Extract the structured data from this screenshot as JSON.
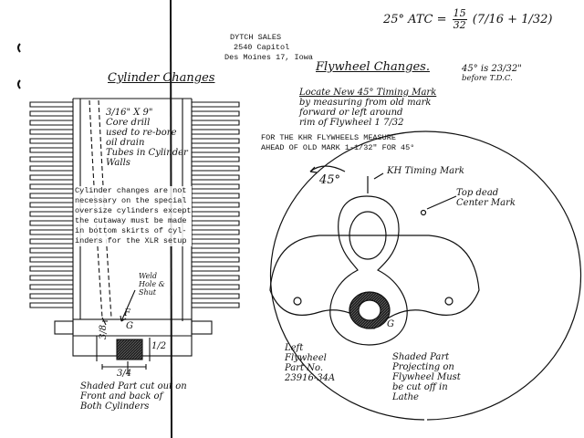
{
  "header": {
    "company": "DYTCH SALES",
    "street": "2540 Capitol",
    "city": "Des Moines 17, Iowa"
  },
  "top_formula": {
    "lead": "25° ATC =",
    "num": "15",
    "den": "32",
    "paren": "(7/16 + 1/32)"
  },
  "cylinder": {
    "title": "Cylinder Changes",
    "drill_note": [
      "3/16\" X 9\"",
      "Core drill",
      "used to re-bore",
      "oil drain",
      "Tubes in Cylinder",
      "Walls"
    ],
    "typed_note": [
      "Cylinder changes are not",
      "necessary on the special",
      "oversize cylinders except",
      "the cutaway must be made",
      "in bottom skirts of cyl-",
      "inders for the XLR setup"
    ],
    "weld_note": [
      "Weld",
      "Hole &",
      "Shut"
    ],
    "letters": [
      "F",
      "G"
    ],
    "dims": [
      "3/8",
      "3/4",
      "1/2"
    ],
    "shaded_note": [
      "Shaded Part cut out on",
      "Front and back of",
      "Both Cylinders"
    ]
  },
  "flywheel": {
    "title": "Flywheel Changes.",
    "note_45": [
      "45° is 23/32\"",
      "before T.D.C."
    ],
    "locate_note": [
      "Locate New 45° Timing Mark",
      "by measuring from old mark",
      "forward or left around",
      "rim of Flywheel 1 7/32"
    ],
    "typed_note": [
      "FOR THE KHR FLYWHEELS MEASURE",
      "AHEAD OF OLD MARK 1-1/32\" FOR 45°"
    ],
    "angle_label": "45°",
    "kh_mark": "KH Timing Mark",
    "tdc_mark": [
      "Top dead",
      "Center Mark"
    ],
    "letter_g": "G",
    "part_label": [
      "Left",
      "Flywheel",
      "Part No.",
      "23916-34A"
    ],
    "shaded_note": [
      "Shaded Part",
      "Projecting on",
      "Flywheel Must",
      "be cut off in",
      "Lathe"
    ]
  }
}
